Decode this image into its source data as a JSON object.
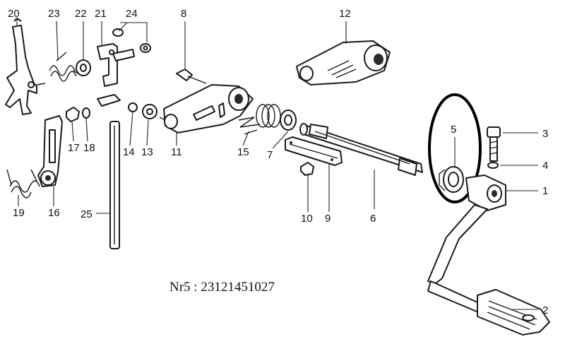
{
  "caption": "Nr5 : 23121451027",
  "highlight_color": "#000000",
  "callouts": [
    {
      "id": "20",
      "label": "20"
    },
    {
      "id": "23",
      "label": "23"
    },
    {
      "id": "22",
      "label": "22"
    },
    {
      "id": "21",
      "label": "21"
    },
    {
      "id": "24",
      "label": "24"
    },
    {
      "id": "8",
      "label": "8"
    },
    {
      "id": "12",
      "label": "12"
    },
    {
      "id": "3",
      "label": "3"
    },
    {
      "id": "4",
      "label": "4"
    },
    {
      "id": "1",
      "label": "1"
    },
    {
      "id": "5",
      "label": "5"
    },
    {
      "id": "2",
      "label": "2"
    },
    {
      "id": "6",
      "label": "6"
    },
    {
      "id": "7",
      "label": "7"
    },
    {
      "id": "9",
      "label": "9"
    },
    {
      "id": "10",
      "label": "10"
    },
    {
      "id": "11",
      "label": "11"
    },
    {
      "id": "13",
      "label": "13"
    },
    {
      "id": "14",
      "label": "14"
    },
    {
      "id": "15",
      "label": "15"
    },
    {
      "id": "16",
      "label": "16"
    },
    {
      "id": "17",
      "label": "17"
    },
    {
      "id": "18",
      "label": "18"
    },
    {
      "id": "19",
      "label": "19"
    },
    {
      "id": "25",
      "label": "25"
    }
  ]
}
